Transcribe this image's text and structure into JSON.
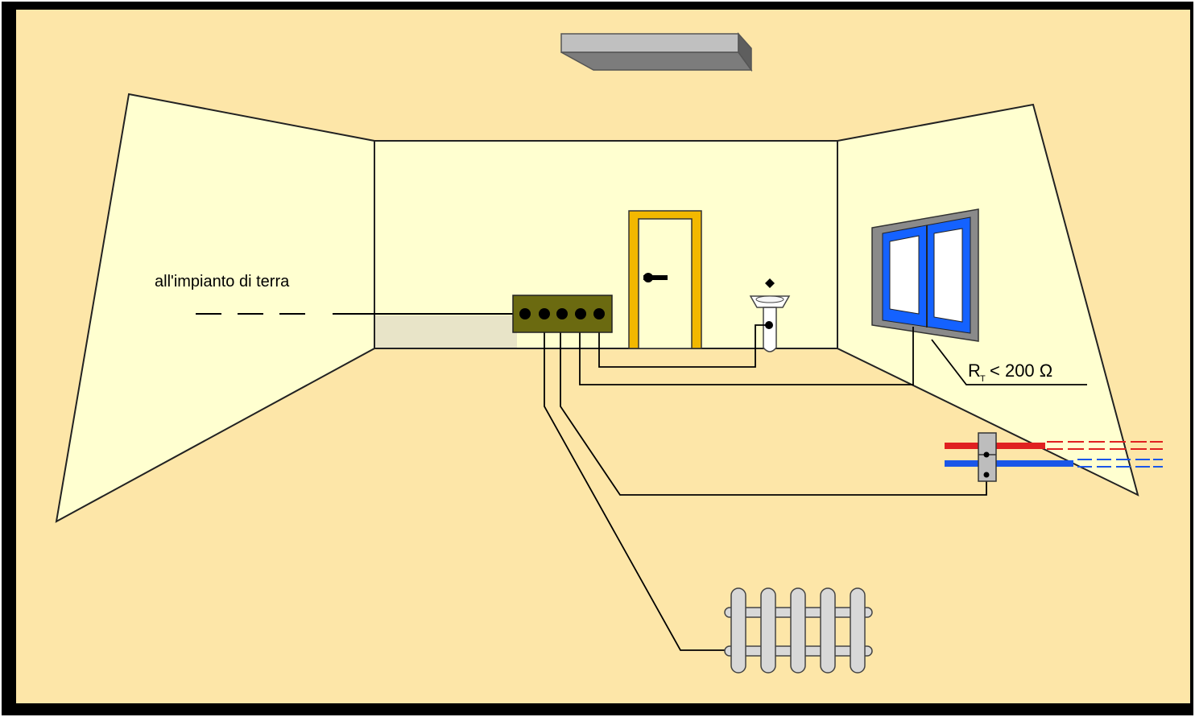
{
  "diagram": {
    "earth_label": "all'impianto di terra",
    "resistance_label": {
      "symbol": "R",
      "subscript": "T",
      "condition": "< 200 Ω"
    },
    "colors": {
      "background": "#fde6a8",
      "walls": "#ffffd0",
      "floor_shadow": "#e8e4c8",
      "terminal_bar": "#6b6a10",
      "door_frame": "#f2b800",
      "window_frame": "#1462ff",
      "window_border": "#8a8a8a",
      "pipe_hot": "#e02020",
      "pipe_cold": "#1a56e8",
      "radiator": "#d8d8d8",
      "ceiling_lamp": "#b8b8b8"
    }
  }
}
